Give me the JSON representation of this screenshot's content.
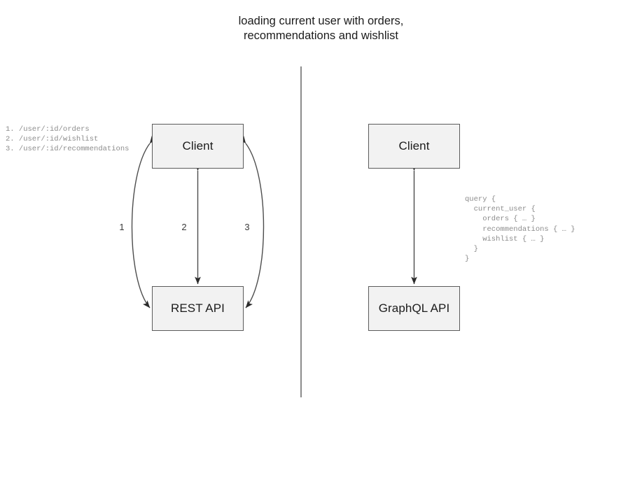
{
  "title": "loading current user with orders,\nrecommendations and wishlist",
  "theme": {
    "background": "#ffffff",
    "node_fill": "#f2f2f2",
    "node_stroke": "#5b5b5b",
    "text": "#1c1c1c",
    "code_text": "#8c8c8c",
    "edge_stroke": "#4d4d4d",
    "divider_stroke": "#6e6e6e"
  },
  "rest_side": {
    "client_label": "Client",
    "api_label": "REST API",
    "endpoint_list": "1. /user/:id/orders\n2. /user/:id/wishlist\n3. /user/:id/recommendations",
    "endpoints": [
      {
        "number": "1",
        "path": "/user/:id/orders"
      },
      {
        "number": "2",
        "path": "/user/:id/wishlist"
      },
      {
        "number": "3",
        "path": "/user/:id/recommendations"
      }
    ],
    "edge_labels": [
      "1",
      "2",
      "3"
    ]
  },
  "graphql_side": {
    "client_label": "Client",
    "api_label": "GraphQL API",
    "query": "query {\n  current_user {\n    orders { … }\n    recommendations { … }\n    wishlist { … }\n  }\n}"
  },
  "divider": {
    "orientation": "vertical"
  }
}
